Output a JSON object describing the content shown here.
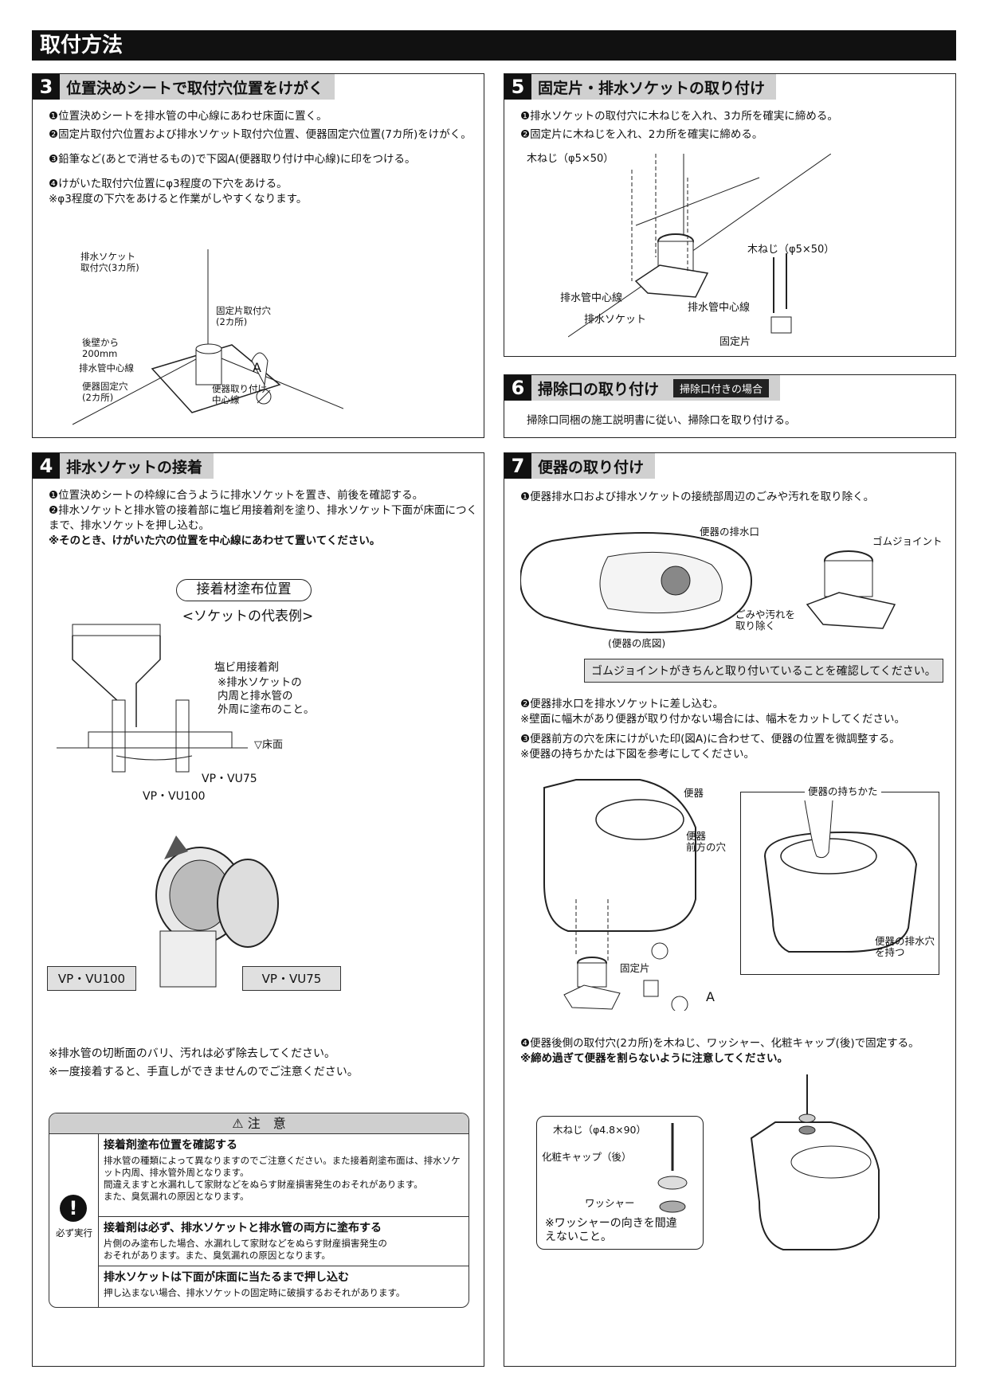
{
  "page": {
    "title": "取付方法"
  },
  "s3": {
    "num": "3",
    "title": "位置決めシートで取付穴位置をけがく",
    "lines": [
      "❶位置決めシートを排水管の中心線にあわせ床面に置く。",
      "❷固定片取付穴位置および排水ソケット取付穴位置、便器固定穴位置(7カ所)をけがく。",
      "❸鉛筆など(あとで消せるもの)で下図A(便器取り付け中心線)に印をつける。",
      "❹けがいた取付穴位置にφ3程度の下穴をあける。",
      "※φ3程度の下穴をあけると作業がしやすくなります。"
    ],
    "labels": {
      "socket_hole": "排水ソケット\n取付穴(3カ所)",
      "fix_hole": "固定片取付穴\n(2カ所)",
      "from_wall": "後壁から\n200mm",
      "drain_center": "排水管中心線",
      "bowl_hole": "便器固定穴\n(2カ所)",
      "a": "A",
      "bowl_center": "便器取り付け\n中心線"
    }
  },
  "s4": {
    "num": "4",
    "title": "排水ソケットの接着",
    "lines": [
      "❶位置決めシートの枠線に合うように排水ソケットを置き、前後を確認する。",
      "❷排水ソケットと排水管の接着部に塩ビ用接着剤を塗り、排水ソケット下面が床面につくまで、排水ソケットを押し込む。"
    ],
    "note": "※そのとき、けがいた穴の位置を中心線にあわせて置いてください。",
    "fig_title": "接着材塗布位置",
    "fig_sub": "<ソケットの代表例>",
    "labels": {
      "glue": "塩ビ用接着剤",
      "glue_note": "※排水ソケットの\n内周と排水管の\n外周に塗布のこと。",
      "floor": "▽床面",
      "vu75": "VP・VU75",
      "vu100": "VP・VU100"
    },
    "box_vu100": "VP・VU100",
    "box_vu75": "VP・VU75",
    "notes2": [
      "※排水管の切断面のバリ、汚れは必ず除去してください。",
      "※一度接着すると、手直しができませんのでご注意ください。"
    ]
  },
  "caution": {
    "title": "⚠ 注　意",
    "icon_label": "必ず実行",
    "items": [
      {
        "head": "接着剤塗布位置を確認する",
        "body": "排水管の種類によって異なりますのでご注意ください。また接着剤塗布面は、排水ソケット内周、排水管外周となります。\n間違えますと水漏れして家財などをぬらす財産損害発生のおそれがあります。\nまた、臭気漏れの原因となります。"
      },
      {
        "head": "接着剤は必ず、排水ソケットと排水管の両方に塗布する",
        "body": "片側のみ塗布した場合、水漏れして家財などをぬらす財産損害発生の\nおそれがあります。また、臭気漏れの原因となります。"
      },
      {
        "head": "排水ソケットは下面が床面に当たるまで押し込む",
        "body": "押し込まない場合、排水ソケットの固定時に破損するおそれがあります。"
      }
    ]
  },
  "s5": {
    "num": "5",
    "title": "固定片・排水ソケットの取り付け",
    "lines": [
      "❶排水ソケットの取付穴に木ねじを入れ、3カ所を確実に締める。",
      "❷固定片に木ねじを入れ、2カ所を確実に締める。"
    ],
    "labels": {
      "screw1": "木ねじ（φ5×50）",
      "screw2": "木ねじ（φ5×50）",
      "drain_center1": "排水管中心線",
      "drain_center2": "排水管中心線",
      "socket": "排水ソケット",
      "fix": "固定片"
    }
  },
  "s6": {
    "num": "6",
    "title": "掃除口の取り付け",
    "tag": "掃除口付きの場合",
    "line": "掃除口同梱の施工説明書に従い、掃除口を取り付ける。"
  },
  "s7": {
    "num": "7",
    "title": "便器の取り付け",
    "line1": "❶便器排水口および排水ソケットの接続部周辺のごみや汚れを取り除く。",
    "labels": {
      "outlet": "便器の排水口",
      "joint": "ゴムジョイント",
      "dirt": "ごみや汚れを\n取り除く",
      "bottom": "(便器の底図)",
      "bowl": "便器",
      "front_hole": "便器\n前方の穴",
      "fix": "固定片",
      "a": "A",
      "hold": "便器の持ちかた",
      "hold_hole": "便器の排水穴\nを持つ",
      "screw": "木ねじ（φ4.8×90）",
      "cap": "化粧キャップ（後）",
      "washer": "ワッシャー",
      "washer_note": "※ワッシャーの向きを間違\nえないこと。"
    },
    "confirm": "ゴムジョイントがきちんと取り付いていることを確認してください。",
    "lines2": [
      "❷便器排水口を排水ソケットに差し込む。",
      "※壁面に幅木があり便器が取り付かない場合には、幅木をカットしてください。",
      "❸便器前方の穴を床にけがいた印(図A)に合わせて、便器の位置を微調整する。",
      "※便器の持ちかたは下図を参考にしてください。"
    ],
    "lines3": [
      "❹便器後側の取付穴(2カ所)を木ねじ、ワッシャー、化粧キャップ(後)で固定する。",
      "※締め過ぎて便器を割らないように注意してください。"
    ]
  }
}
